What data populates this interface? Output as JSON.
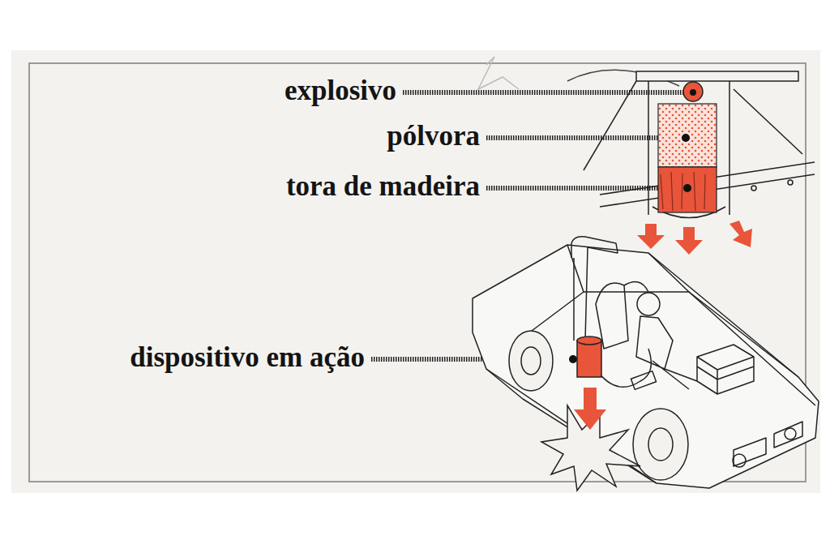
{
  "diagram": {
    "labels": [
      "explosivo",
      "pólvora",
      "tora de madeira",
      "dispositivo em ação"
    ]
  }
}
